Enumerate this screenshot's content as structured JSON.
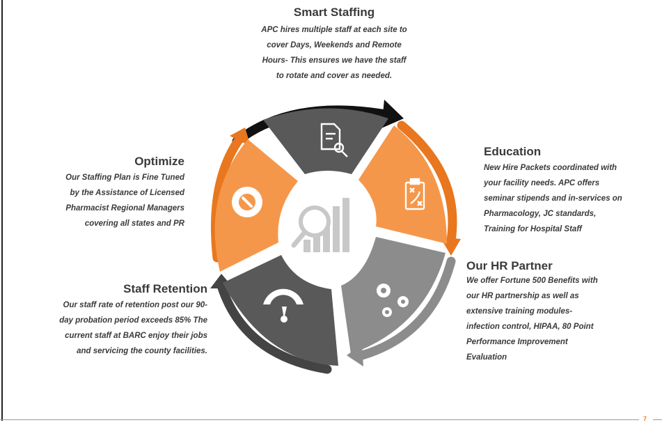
{
  "colors": {
    "orange": "#f5974a",
    "orange_dark": "#e8771f",
    "dark": "#595959",
    "mid": "#8c8c8c",
    "arrow_black": "#111111",
    "center_icon": "#c8c8c8",
    "accent": "#ee7b24"
  },
  "segments": [
    {
      "key": "smart",
      "title": "Smart Staffing",
      "text": "APC hires multiple staff at each site to\ncover Days, Weekends and Remote\nHours- This ensures we have the staff\nto rotate and cover as needed.",
      "icon": "document-search-icon"
    },
    {
      "key": "education",
      "title": "Education",
      "text": "New Hire Packets coordinated with\nyour facility needs.   APC offers\nseminar stipends and in-services on\nPharmacology, JC standards,\nTraining for Hospital Staff",
      "icon": "clipboard-strategy-icon"
    },
    {
      "key": "hr",
      "title": "Our HR Partner",
      "text": "We offer Fortune 500 Benefits with\nour HR partnership as well as\nextensive training modules-\ninfection control, HIPAA, 80 Point\nPerformance Improvement\nEvaluation",
      "icon": "gears-icon"
    },
    {
      "key": "retention",
      "title": "Staff Retention",
      "text": "Our staff rate of retention post our 90-\nday probation period exceeds 85%  The\ncurrent staff at BARC enjoy their jobs\nand servicing the county facilities.",
      "icon": "speedometer-icon"
    },
    {
      "key": "optimize",
      "title": "Optimize",
      "text": "Our Staffing Plan is Fine Tuned\nby the Assistance of Licensed\nPharmacist Regional Managers\ncovering all states and PR",
      "icon": "gear-wrench-icon"
    }
  ],
  "center_icon": "chart-magnifier-icon",
  "page_number": "7"
}
